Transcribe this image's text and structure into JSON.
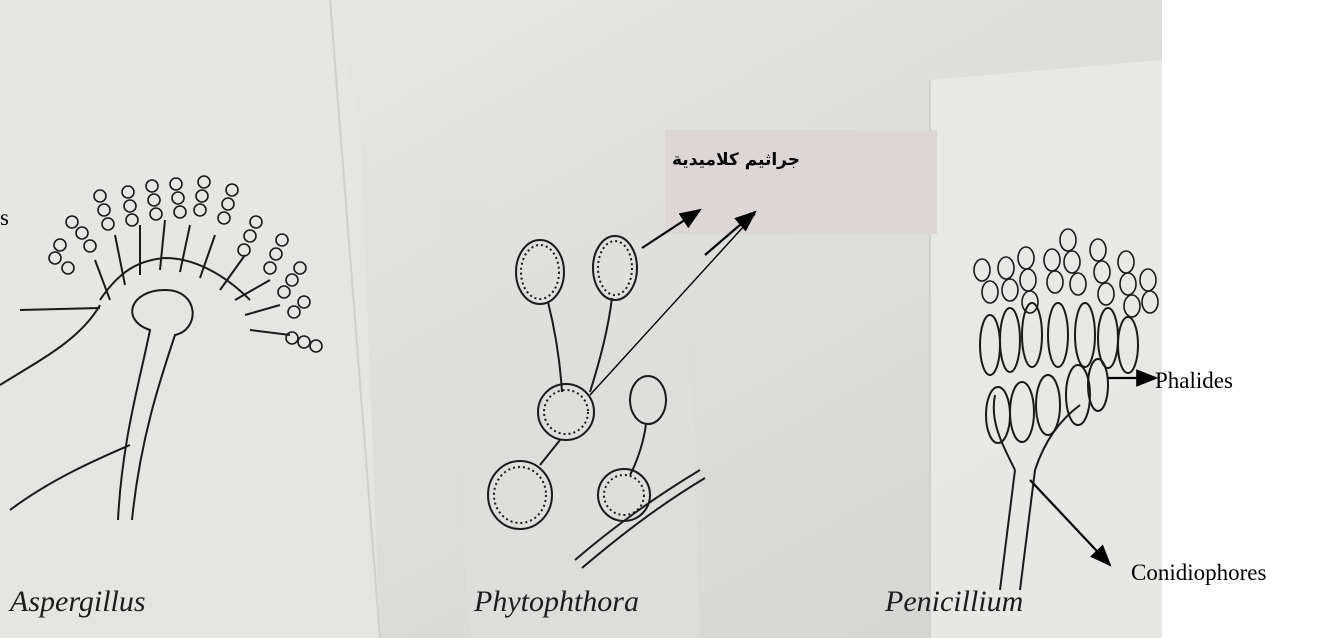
{
  "diagram": {
    "genus_labels": [
      "Aspergillus",
      "Phytophthora",
      "Penicillium"
    ],
    "annotations": {
      "arabic_label": "جراثيم كلاميدية",
      "phalides": "Phalides",
      "conidiophores": "Conidiophores",
      "cropped_left_label": "s"
    },
    "colors": {
      "paper": "#e3e3e1",
      "ink": "#1a1a1a",
      "label_box": "#dcd6d6",
      "background": "#ffffff"
    }
  }
}
